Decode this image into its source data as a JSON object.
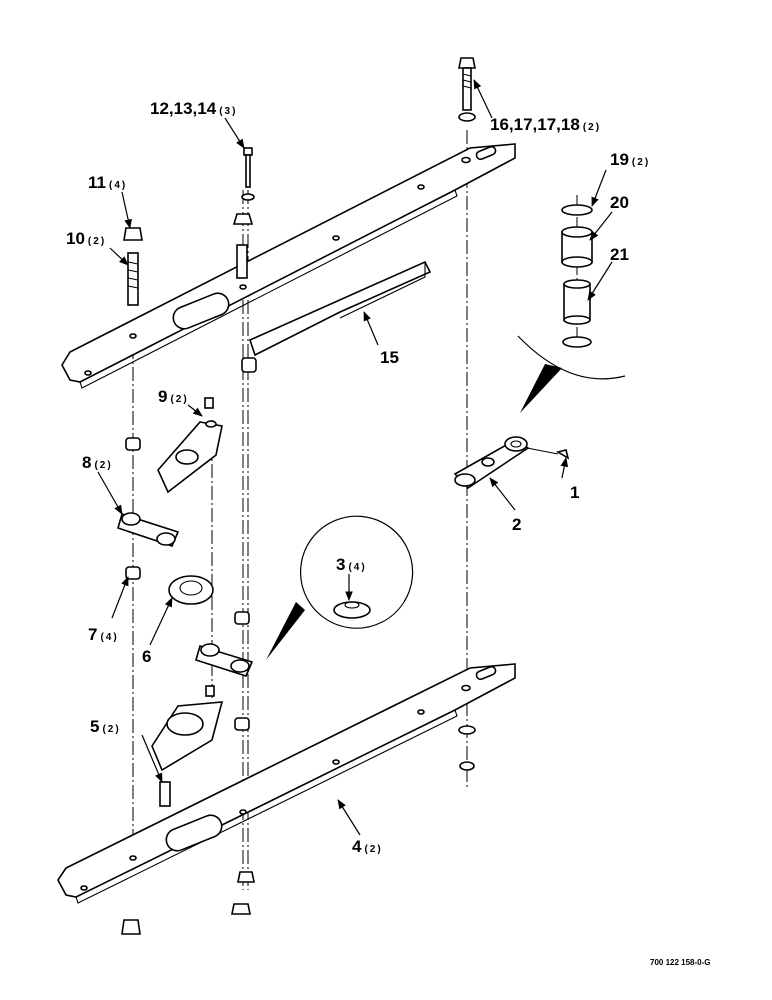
{
  "callouts": {
    "c1": {
      "num": "1",
      "qty": ""
    },
    "c2": {
      "num": "2",
      "qty": ""
    },
    "c3": {
      "num": "3",
      "qty": "(4)"
    },
    "c4": {
      "num": "4",
      "qty": "(2)"
    },
    "c5": {
      "num": "5",
      "qty": "(2)"
    },
    "c6": {
      "num": "6",
      "qty": ""
    },
    "c7": {
      "num": "7",
      "qty": "(4)"
    },
    "c8": {
      "num": "8",
      "qty": "(2)"
    },
    "c9": {
      "num": "9",
      "qty": "(2)"
    },
    "c10": {
      "num": "10",
      "qty": "(2)"
    },
    "c11": {
      "num": "11",
      "qty": "(4)"
    },
    "c12": {
      "num": "12,13,14",
      "qty": "(3)"
    },
    "c15": {
      "num": "15",
      "qty": ""
    },
    "c16": {
      "num": "16,17,17,18",
      "qty": "(2)"
    },
    "c19": {
      "num": "19",
      "qty": "(2)"
    },
    "c20": {
      "num": "20",
      "qty": ""
    },
    "c21": {
      "num": "21",
      "qty": ""
    }
  },
  "reference_number": "700 122 158-0-G"
}
